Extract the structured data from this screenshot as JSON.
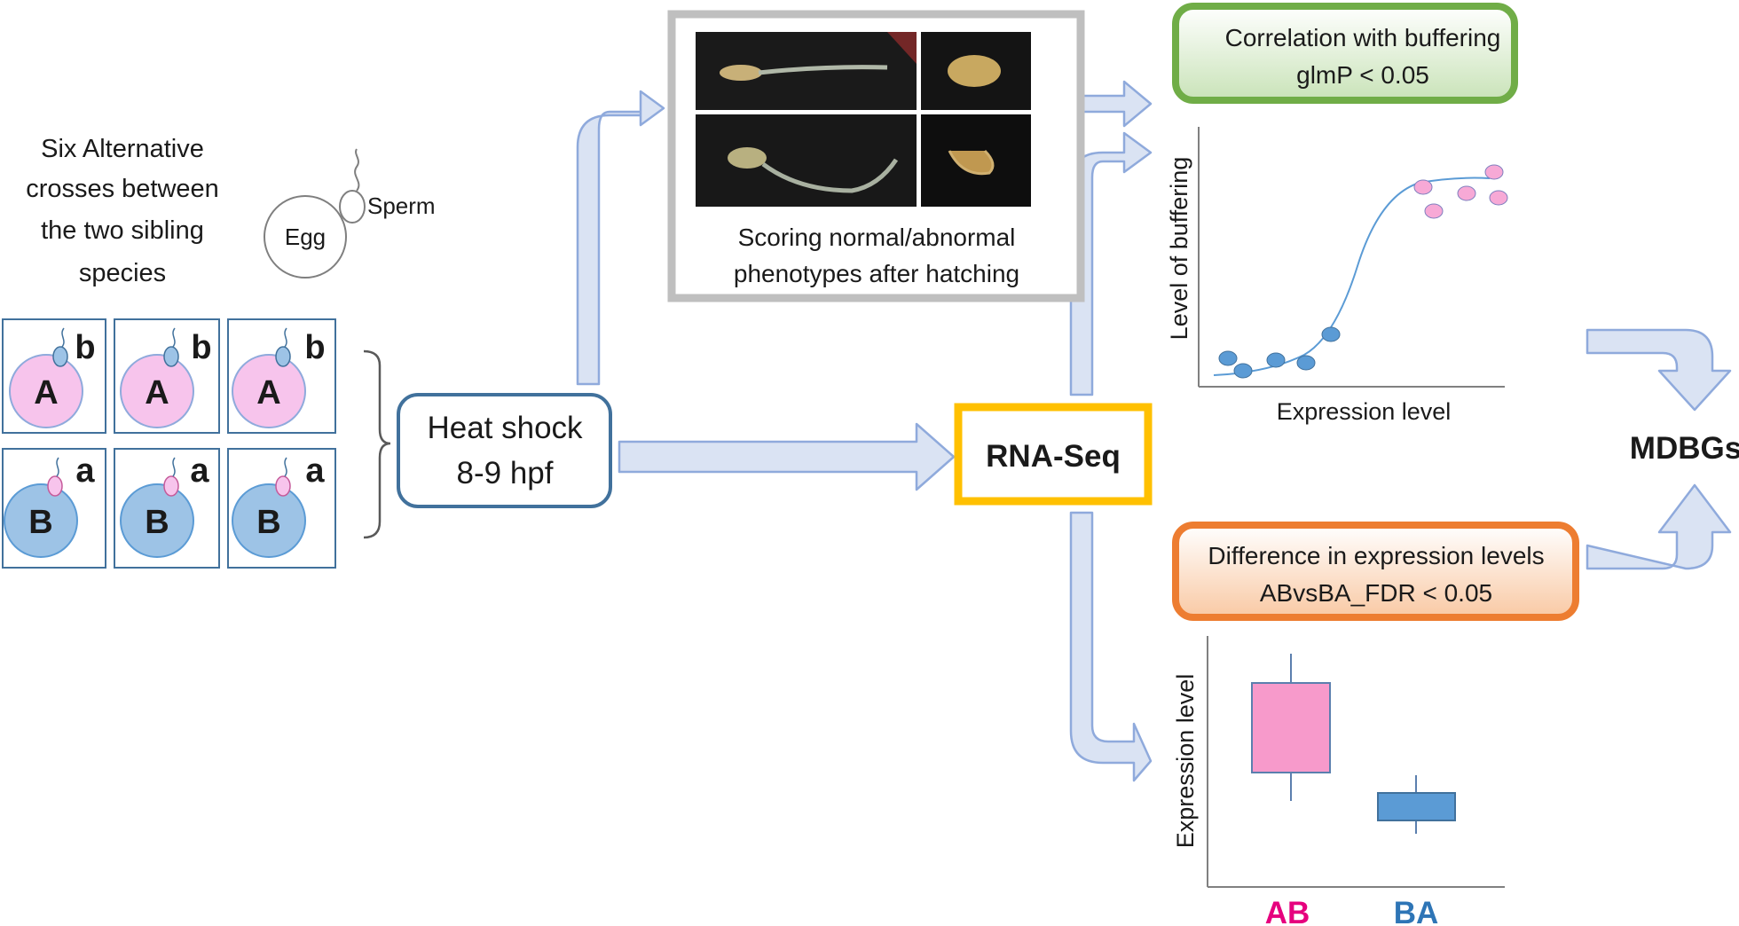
{
  "crosses": {
    "caption": [
      "Six Alternative",
      "crosses between",
      "the two sibling",
      "species"
    ],
    "egg_label": "Egg",
    "sperm_label": "Sperm",
    "top_row": {
      "egg": "A",
      "sperm": "b"
    },
    "bottom_row": {
      "egg": "B",
      "sperm": "a"
    }
  },
  "heat_shock": {
    "line1": "Heat shock",
    "line2": "8-9 hpf"
  },
  "phenotypes": {
    "line1": "Scoring normal/abnormal",
    "line2": "phenotypes after hatching"
  },
  "rnaseq": {
    "label": "RNA-Seq"
  },
  "correlation_box": {
    "line1": "Correlation with buffering",
    "line2": "glmP < 0.05"
  },
  "scatter_plot": {
    "ylabel": "Level of buffering",
    "xlabel": "Expression level"
  },
  "difference_box": {
    "line1": "Difference in expression levels",
    "line2": "ABvsBA_FDR < 0.05"
  },
  "box_plot": {
    "ylabel": "Expression level",
    "categories": [
      "AB",
      "BA"
    ]
  },
  "result": {
    "label": "MDBGs"
  },
  "colors": {
    "pink": "#f7c4ec",
    "blue": "#9dc3e6",
    "blue_dark": "#5b9bd5",
    "navy_border": "#41719c",
    "green_border": "#70ad47",
    "orange_border": "#ed7d31",
    "gold_border": "#ffc000",
    "arrow_fill": "#dae3f3",
    "arrow_stroke": "#8faadc",
    "ab_label": "#e6007e",
    "ba_label": "#2e75b6"
  }
}
